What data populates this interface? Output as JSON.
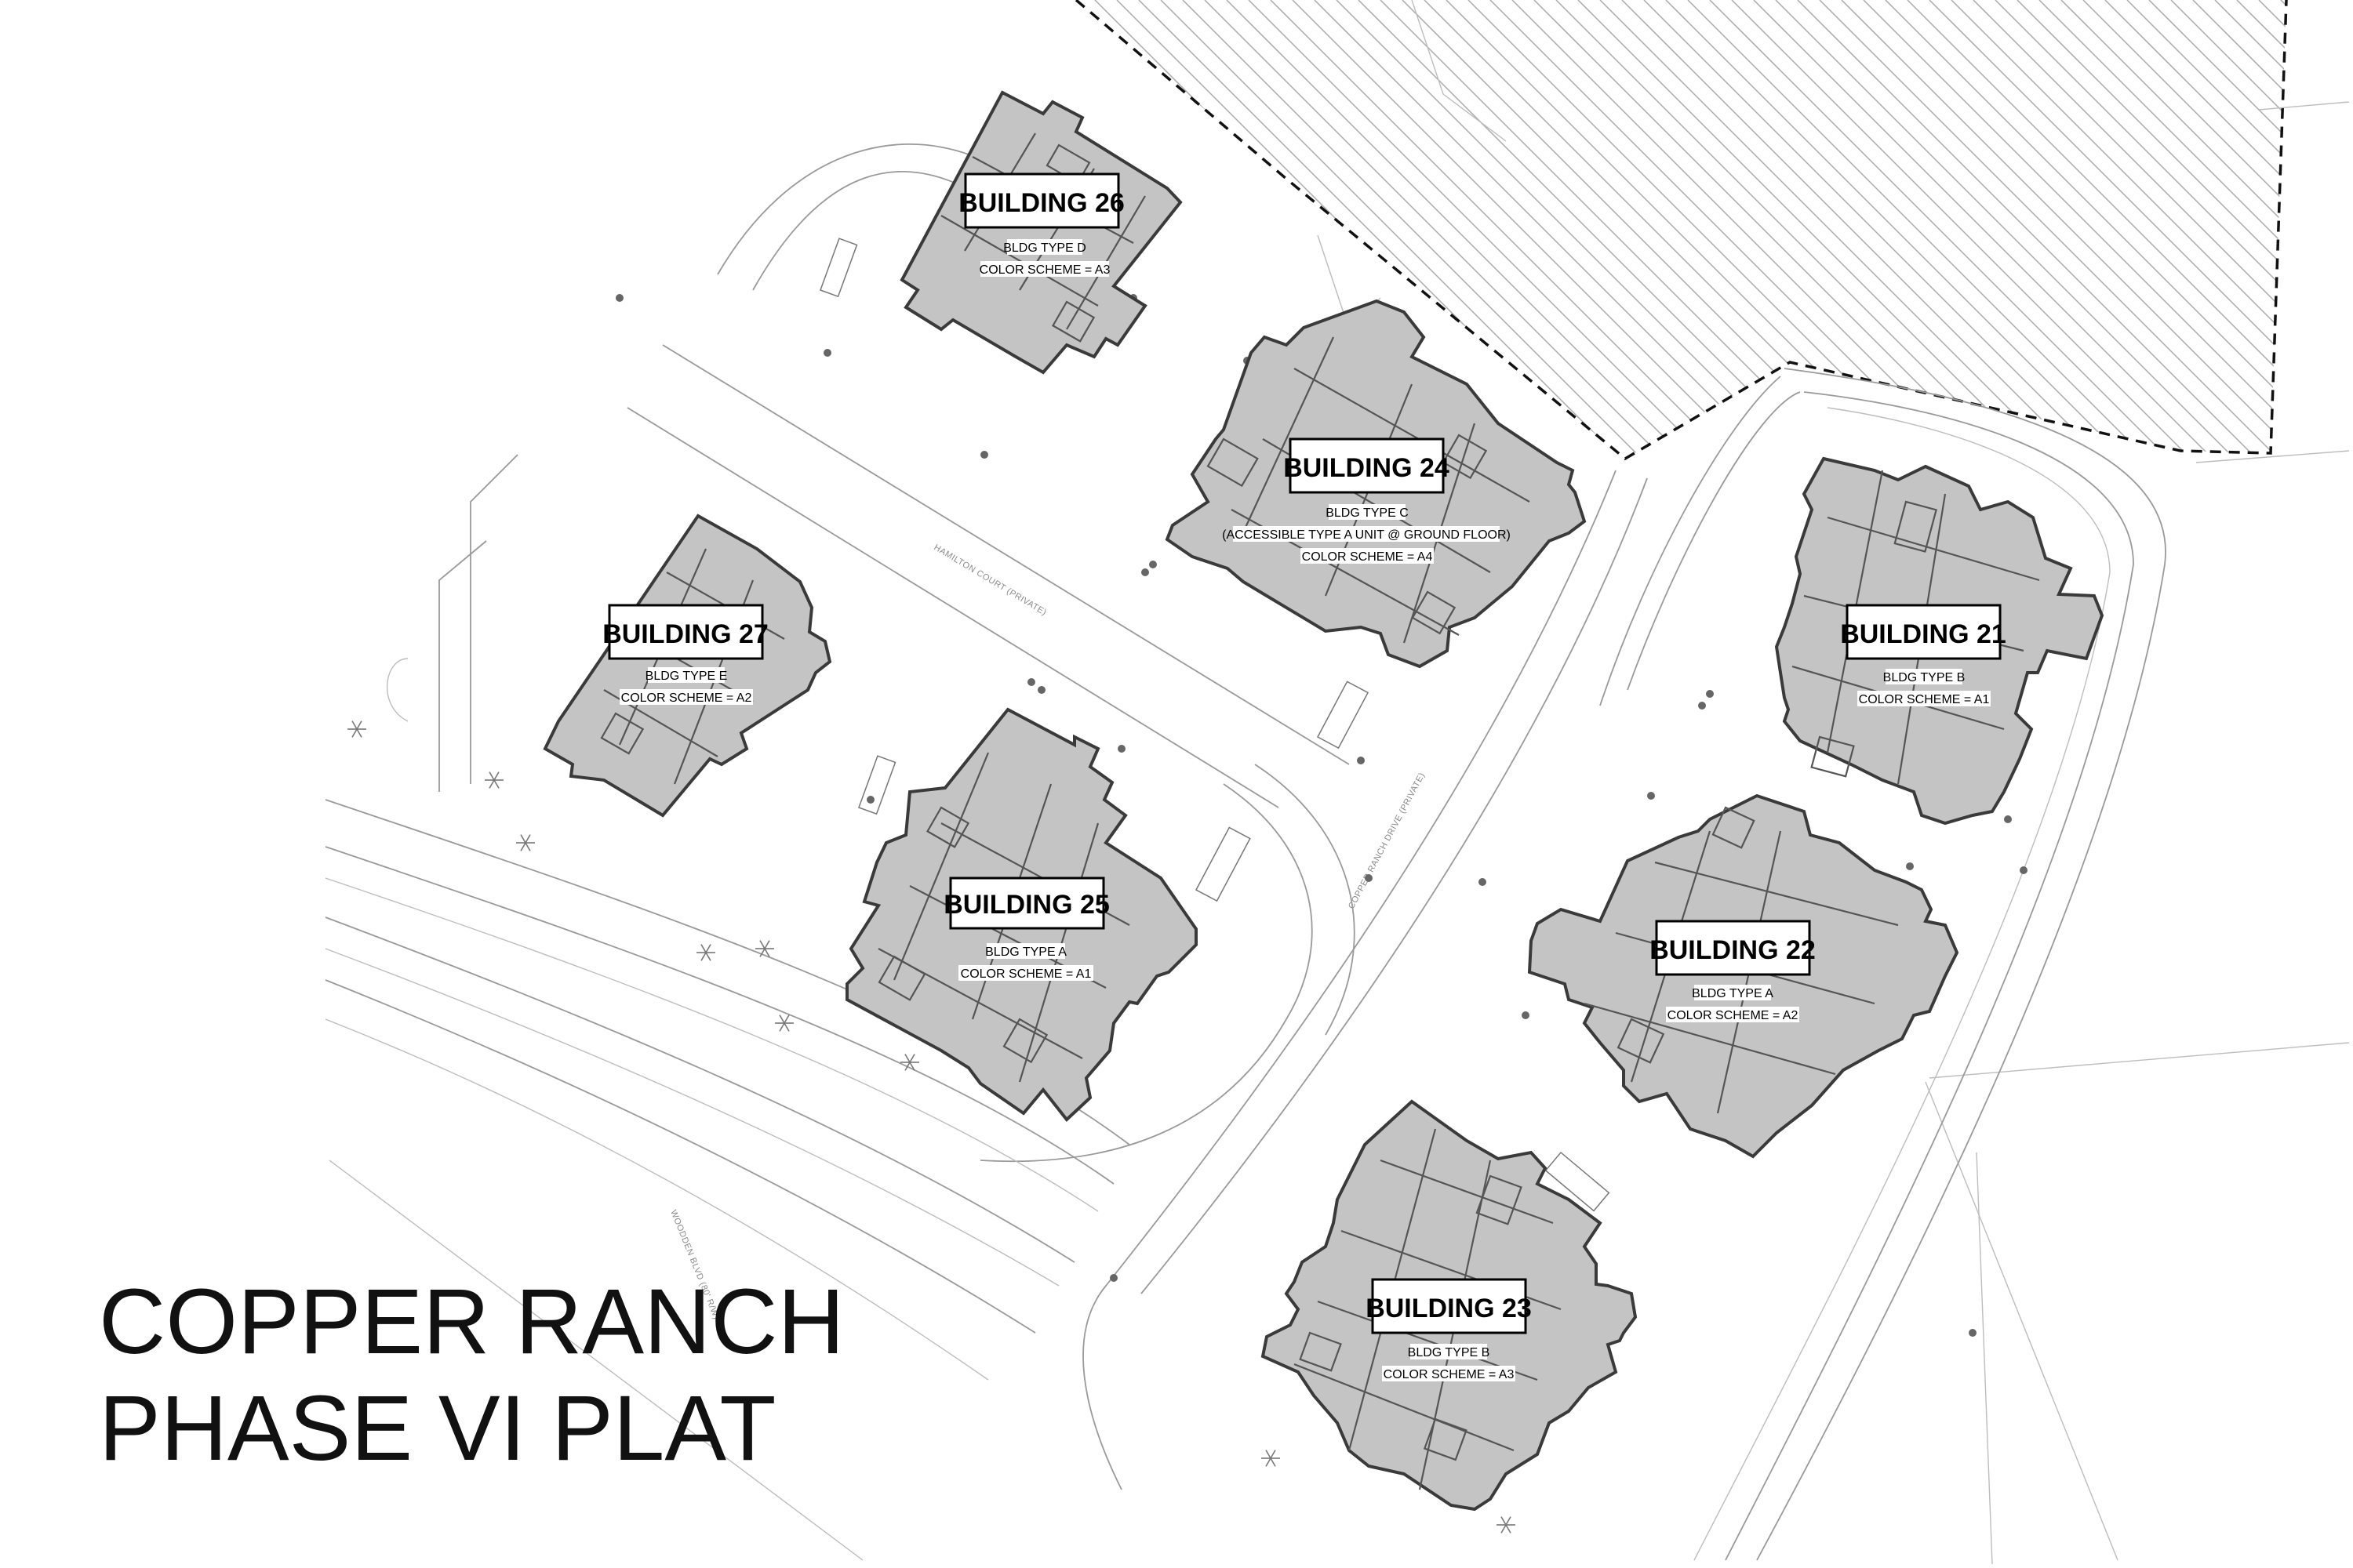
{
  "title": {
    "line1": "COPPER RANCH",
    "line2": "PHASE VI PLAT"
  },
  "buildings": [
    {
      "id": "b26",
      "name": "BUILDING 26",
      "type": "BLDG TYPE D",
      "scheme": "COLOR SCHEME =  A3"
    },
    {
      "id": "b24",
      "name": "BUILDING 24",
      "type": "BLDG TYPE C",
      "note": "(ACCESSIBLE TYPE A UNIT @ GROUND FLOOR)",
      "scheme": "COLOR SCHEME = A4"
    },
    {
      "id": "b27",
      "name": "BUILDING 27",
      "type": "BLDG TYPE E",
      "scheme": "COLOR SCHEME = A2"
    },
    {
      "id": "b25",
      "name": "BUILDING 25",
      "type": "BLDG TYPE A",
      "scheme": "COLOR SCHEME = A1"
    },
    {
      "id": "b21",
      "name": "BUILDING 21",
      "type": "BLDG TYPE B",
      "scheme": "COLOR SCHEME = A1"
    },
    {
      "id": "b22",
      "name": "BUILDING 22",
      "type": "BLDG TYPE A",
      "scheme": "COLOR SCHEME = A2"
    },
    {
      "id": "b23",
      "name": "BUILDING 23",
      "type": "BLDG TYPE B",
      "scheme": "COLOR SCHEME = A3"
    }
  ],
  "colors": {
    "building_fill": "#c4c4c4",
    "building_stroke": "#3a3a3a",
    "linework": "#9a9a9a",
    "boundary": "#111111"
  }
}
